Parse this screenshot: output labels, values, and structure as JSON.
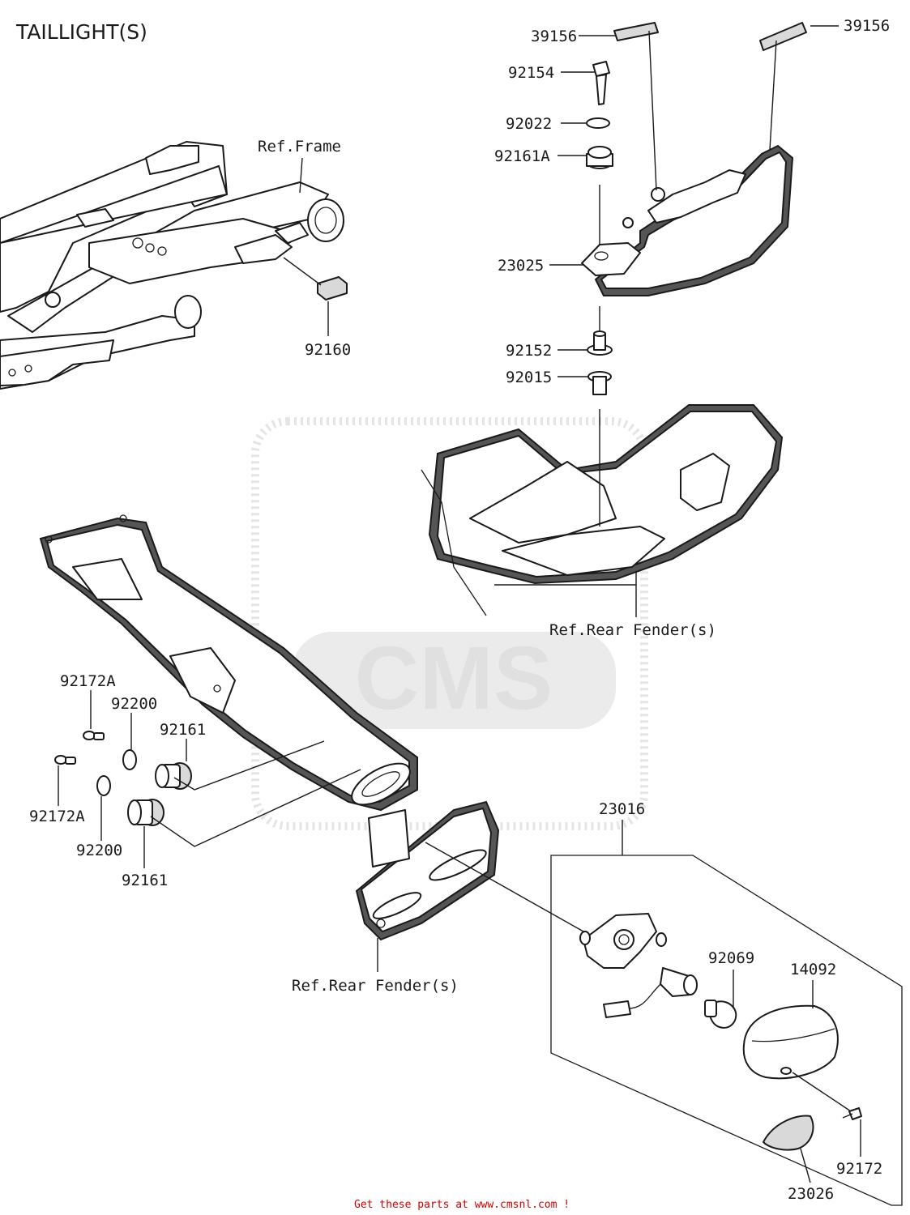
{
  "title": "TAILLIGHT(S)",
  "footer": "Get these parts at www.cmsnl.com !",
  "watermark": "CMS",
  "colors": {
    "ink": "#1a1a1a",
    "footer": "#d00000",
    "watermark": "#c8c8c8",
    "shade": "#d9d9d9"
  },
  "labels": {
    "l39156a": "39156",
    "l39156b": "39156",
    "l92154": "92154",
    "l92022": "92022",
    "l92161A": "92161A",
    "l23025": "23025",
    "l92152": "92152",
    "l92015": "92015",
    "lRefFrame": "Ref.Frame",
    "l92160": "92160",
    "lRefRearFenderA": "Ref.Rear Fender(s)",
    "l92172Aa": "92172A",
    "l92200a": "92200",
    "l92161a": "92161",
    "l92172Ab": "92172A",
    "l92200b": "92200",
    "l92161b": "92161",
    "l23016": "23016",
    "lRefRearFenderB": "Ref.Rear Fender(s)",
    "l92069": "92069",
    "l14092": "14092",
    "l92172": "92172",
    "l23026": "23026"
  }
}
